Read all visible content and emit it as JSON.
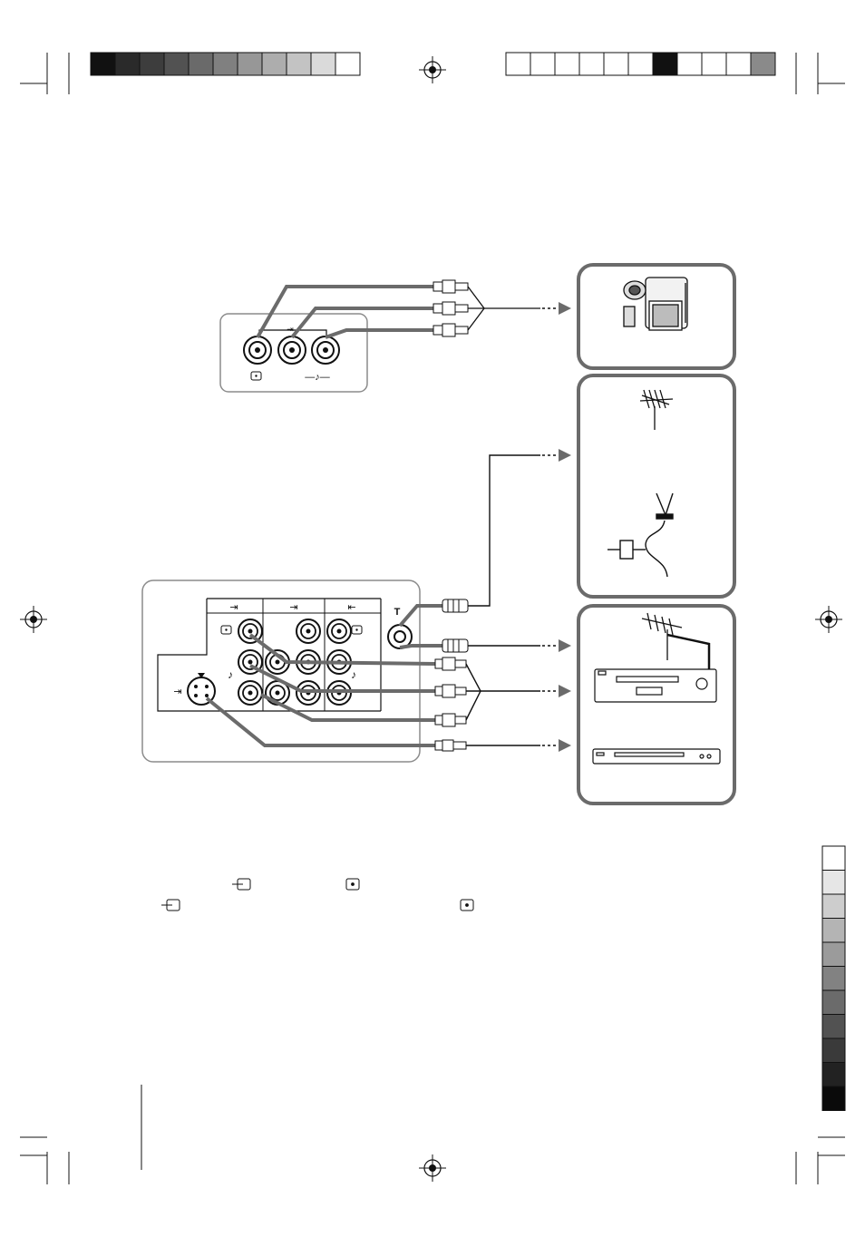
{
  "page": {
    "colors": {
      "ink": "#111111",
      "cable": "#6b6b6b",
      "panel_border": "#8c8c8c",
      "device_border": "#6b6b6b"
    },
    "top_left_bar_grays": [
      "#111111",
      "#2a2a2a",
      "#3d3d3d",
      "#525252",
      "#6a6a6a",
      "#808080",
      "#979797",
      "#adadad",
      "#c3c3c3",
      "#dadada",
      "#ffffff"
    ],
    "top_right_bar_grays": [
      "#ffffff",
      "#ffffff",
      "#ffffff",
      "#ffffff",
      "#ffffff",
      "#ffffff",
      "#111111",
      "#ffffff",
      "#ffffff",
      "#ffffff",
      "#8a8a8a"
    ],
    "right_side_bar_grays": [
      "#ffffff",
      "#e6e6e6",
      "#cdcdcd",
      "#b4b4b4",
      "#9b9b9b",
      "#828282",
      "#6b6b6b",
      "#525252",
      "#3a3a3a",
      "#222222",
      "#0a0a0a"
    ]
  },
  "diagram": {
    "panel_labels": {
      "video_symbol": "⊙",
      "audio_symbol": "—♪—",
      "svideo_input_symbol": "⇥",
      "rf_symbol": "T"
    },
    "devices": [
      {
        "id": "camcorder",
        "icon": "camcorder-icon"
      },
      {
        "id": "antenna",
        "icon": "antenna-icon"
      },
      {
        "id": "vcr-dvd",
        "icon": "vcr-dvd-icon"
      }
    ]
  }
}
